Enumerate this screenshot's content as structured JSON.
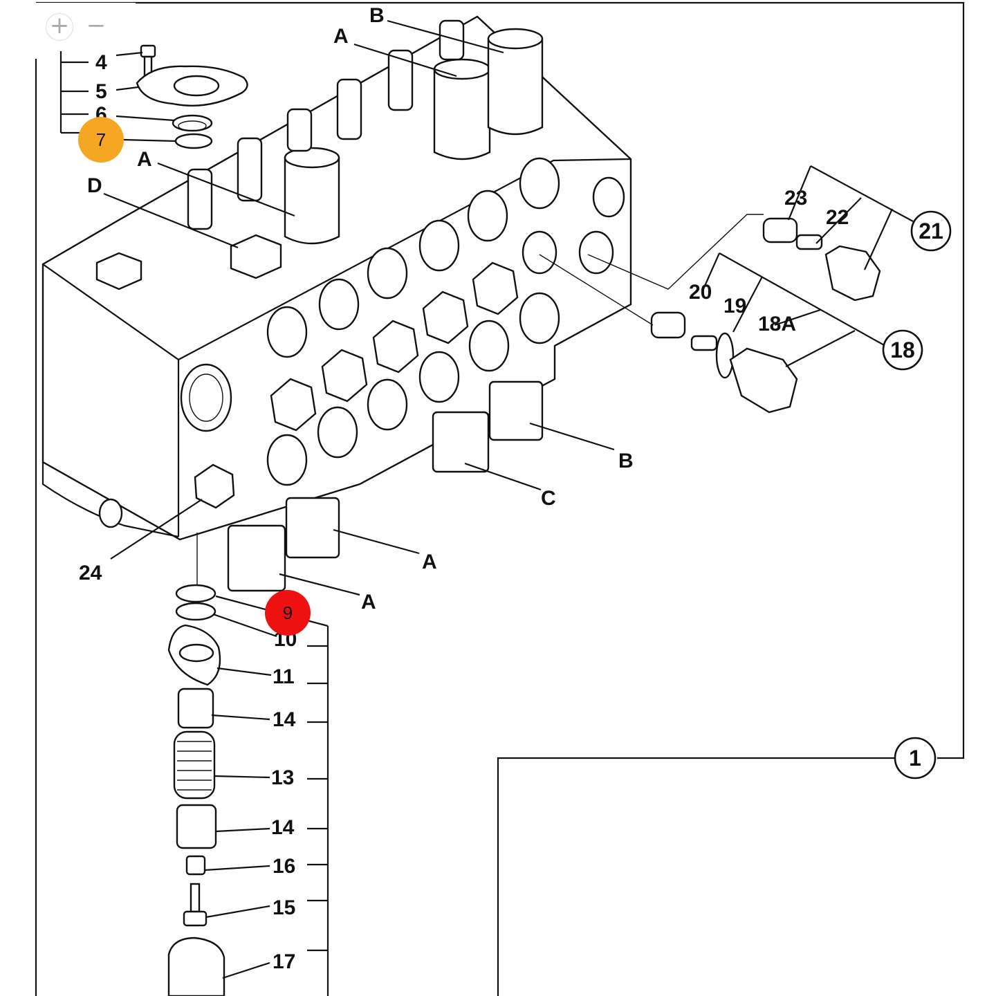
{
  "zoom": {
    "zoom_in": "+",
    "zoom_out": "−"
  },
  "callouts": {
    "c4": "4",
    "c5": "5",
    "c6": "6",
    "cA1": "A",
    "cA2": "A",
    "cB1": "B",
    "cD": "D",
    "c23": "23",
    "c22": "22",
    "c20": "20",
    "c19": "19",
    "c18A": "18A",
    "cB2": "B",
    "cC": "C",
    "cA3": "A",
    "cA4": "A",
    "c24": "24",
    "c10": "10",
    "c11": "11",
    "c14a": "14",
    "c13": "13",
    "c14b": "14",
    "c16": "16",
    "c15": "15",
    "c17": "17"
  },
  "circled": {
    "c21": "21",
    "c18": "18",
    "c1": "1"
  },
  "hotspots": {
    "h7": {
      "label": "7",
      "color": "#F5A623"
    },
    "h9": {
      "label": "9",
      "color": "#EE1111"
    }
  }
}
